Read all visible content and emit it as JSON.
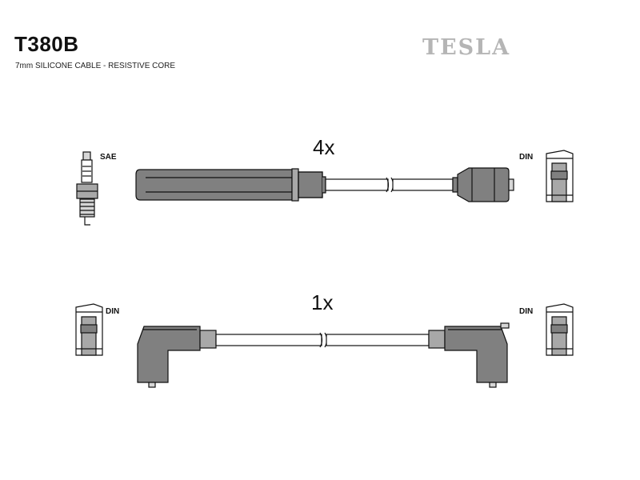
{
  "header": {
    "product_code": "T380B",
    "subtitle": "7mm SILICONE CABLE - RESISTIVE CORE",
    "brand": "TESLA"
  },
  "cables": [
    {
      "quantity": "4x",
      "left_label": "SAE",
      "right_label": "DIN"
    },
    {
      "quantity": "1x",
      "left_label": "DIN",
      "right_label": "DIN"
    }
  ],
  "colors": {
    "part_dark": "#808080",
    "part_mid": "#a8a8a8",
    "logo_gray": "#b5b5b5"
  }
}
